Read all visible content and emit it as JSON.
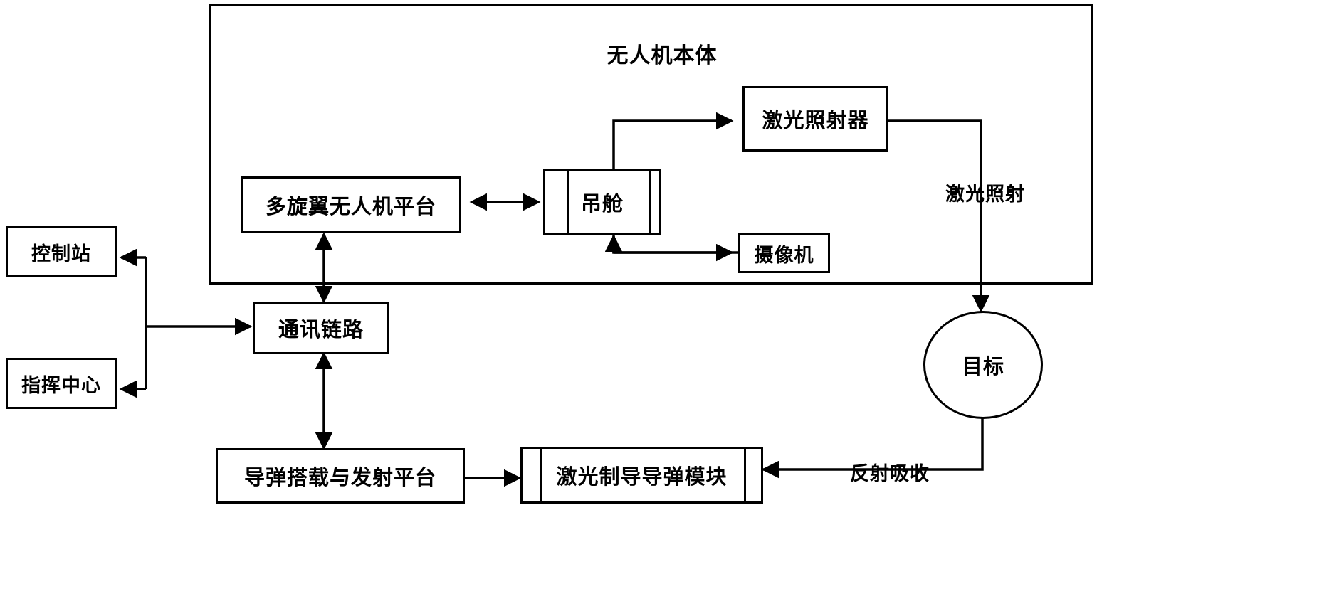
{
  "diagram": {
    "title": "无人机本体",
    "type": "block-diagram",
    "stroke_color": "#000000",
    "background_color": "#ffffff",
    "nodes": {
      "uav_body": {
        "label": "无人机本体"
      },
      "control_station": {
        "label": "控制站"
      },
      "command_center": {
        "label": "指挥中心"
      },
      "comm_link": {
        "label": "通讯链路"
      },
      "multirotor_platform": {
        "label": "多旋翼无人机平台"
      },
      "pod": {
        "label": "吊舱"
      },
      "laser_designator": {
        "label": "激光照射器"
      },
      "camera": {
        "label": "摄像机"
      },
      "target": {
        "label": "目标"
      },
      "missile_platform": {
        "label": "导弹搭载与发射平台"
      },
      "missile_module": {
        "label": "激光制导导弹模块"
      }
    },
    "edge_labels": {
      "laser_irradiation": "激光照射",
      "reflect_absorb": "反射吸收"
    }
  }
}
